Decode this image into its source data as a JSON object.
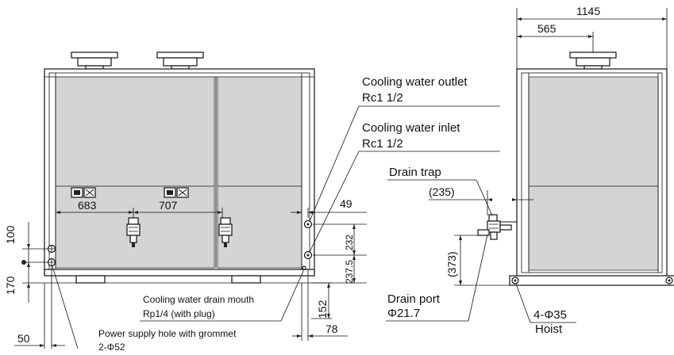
{
  "labels": {
    "outlet_title": "Cooling water outlet",
    "outlet_size": "Rc1 1/2",
    "inlet_title": "Cooling water inlet",
    "inlet_size": "Rc1 1/2",
    "drain_trap": "Drain trap",
    "drain_mouth_title": "Cooling water drain mouth",
    "drain_mouth_size": "Rp1/4 (with plug)",
    "power_hole_title": "Power supply hole with grommet",
    "power_hole_size": "2-Φ52",
    "drain_port_title": "Drain port",
    "drain_port_size": "Φ21.7",
    "hoist_size": "4-Φ35",
    "hoist_title": "Hoist"
  },
  "dimensions": {
    "d1145": "1145",
    "d565": "565",
    "d683": "683",
    "d707": "707",
    "d49": "49",
    "d235": "(235)",
    "d232": "232",
    "d237_5": "237.5",
    "d373": "(373)",
    "d100": "100",
    "d170": "170",
    "d152": "152",
    "d78": "78",
    "d50": "50"
  },
  "colors": {
    "panel_fill": "#d4d4d4",
    "line": "#111111"
  }
}
